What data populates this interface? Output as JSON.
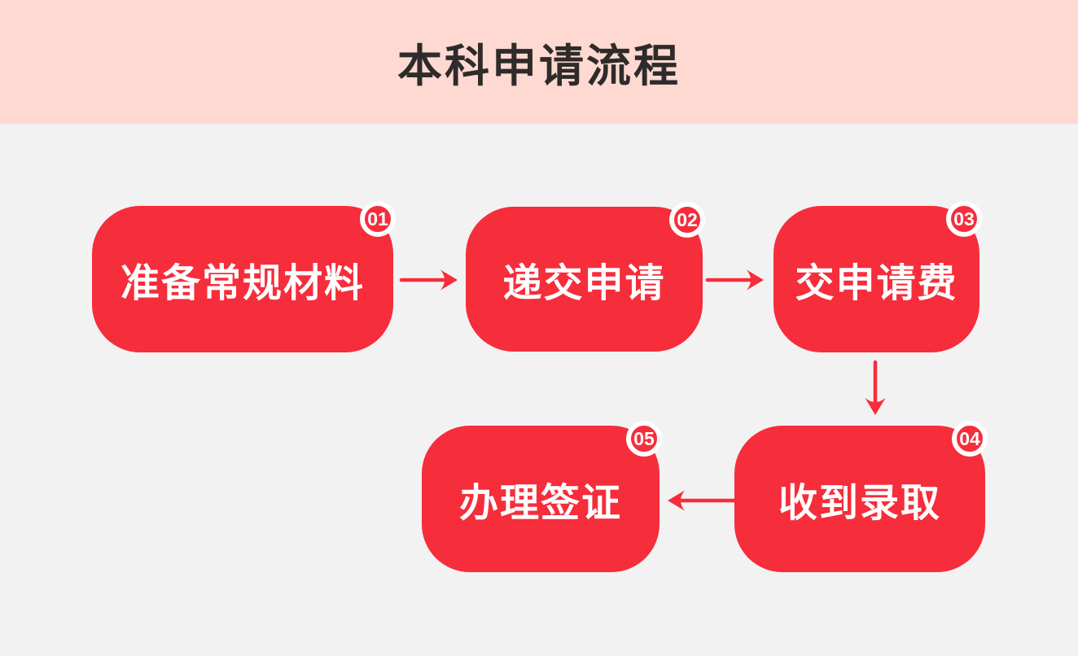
{
  "title": "本科申请流程",
  "colors": {
    "accent": "#F62D3B",
    "header_bg": "#FDD9D2",
    "page_bg": "#F2F2F2",
    "title_color": "#2E2B2A",
    "step_text": "#FFFFFF",
    "badge_ring": "#FFFFFF"
  },
  "steps": [
    {
      "number": "01",
      "label": "准备常规材料"
    },
    {
      "number": "02",
      "label": "递交申请"
    },
    {
      "number": "03",
      "label": "交申请费"
    },
    {
      "number": "04",
      "label": "收到录取"
    },
    {
      "number": "05",
      "label": "办理签证"
    }
  ],
  "connections": [
    {
      "from": "01",
      "to": "02",
      "direction": "right"
    },
    {
      "from": "02",
      "to": "03",
      "direction": "right"
    },
    {
      "from": "03",
      "to": "04",
      "direction": "down"
    },
    {
      "from": "04",
      "to": "05",
      "direction": "left"
    }
  ]
}
